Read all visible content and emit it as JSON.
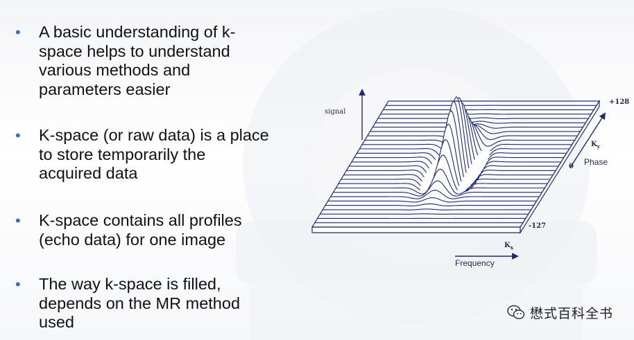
{
  "bullets": [
    "A basic understanding of k-\nspace helps to understand\nvarious  methods and\nparameters easier",
    "K-space (or raw data) is a place\nto store temporarily the\nacquired data",
    "K-space contains all profiles\n(echo data) for one image",
    "The way k-space is filled,\ndepends on the MR method\nused"
  ],
  "bullet_glyph": "•",
  "diagram": {
    "signal_label": "signal",
    "phase_top_label": "+128",
    "phase_zero_label": "0",
    "phase_bottom_label": "-127",
    "phase_label": "Phase",
    "ky_label": "K",
    "ky_sub": "y",
    "kx_label": "K",
    "kx_sub": "x",
    "frequency_label": "Frequency"
  },
  "watermark": {
    "text": "懋式百科全书",
    "icon": "wechat-icon"
  },
  "colors": {
    "bullet": "#3b6fb0",
    "line": "#1f2a6b",
    "text": "#111111"
  }
}
